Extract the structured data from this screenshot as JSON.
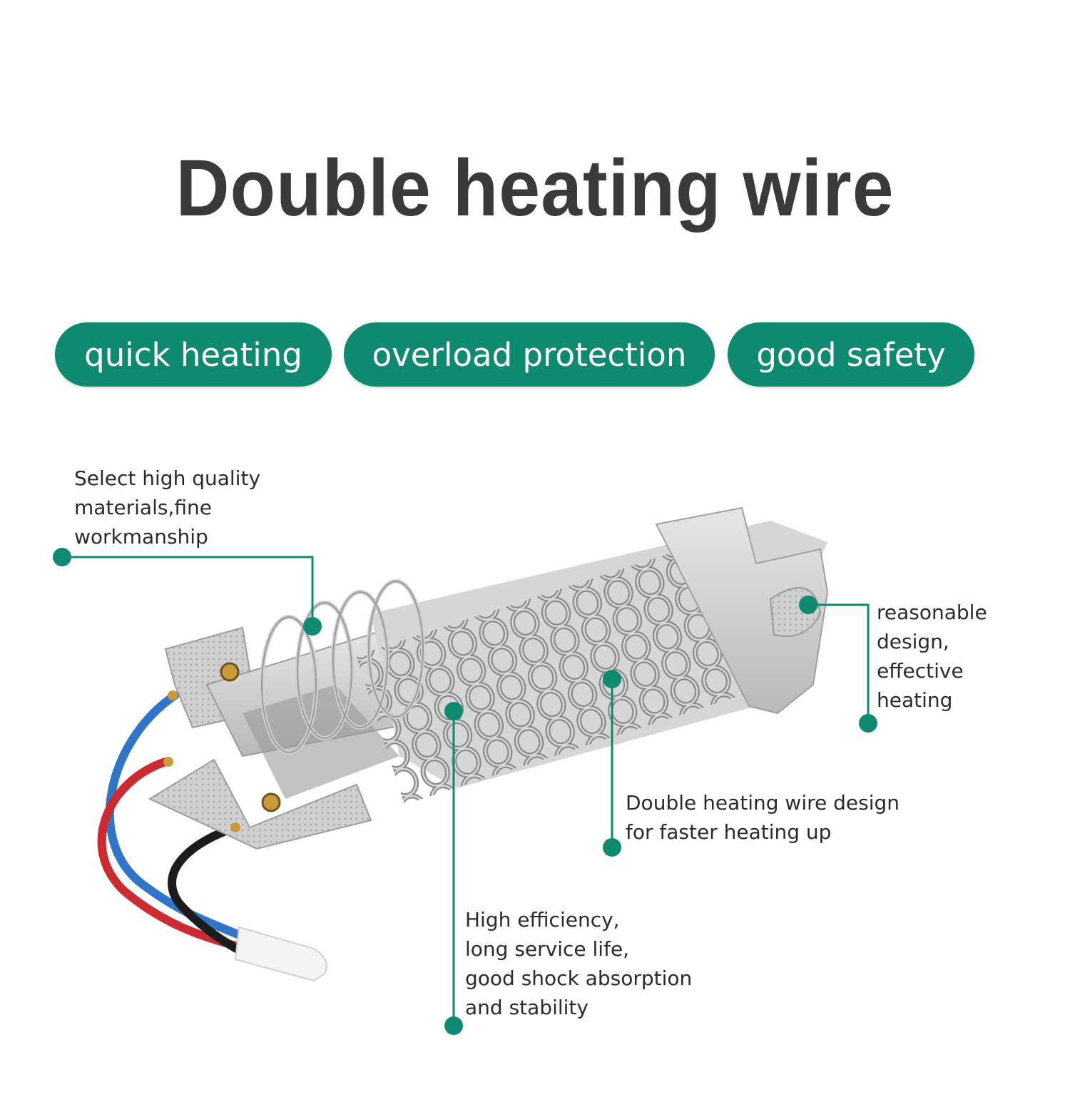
{
  "title": "Double heating wire",
  "features": [
    "quick heating",
    "overload protection",
    "good safety"
  ],
  "callouts": {
    "materials": [
      "Select high quality",
      "materials,fine",
      "workmanship"
    ],
    "design": [
      "reasonable",
      "design,",
      "effective",
      "heating"
    ],
    "double_wire": [
      "Double heating wire design",
      "for faster heating up"
    ],
    "efficiency": [
      "High efficiency,",
      "long service life,",
      "good shock absorption",
      "and stability"
    ]
  },
  "colors": {
    "accent": "#0d8a6f",
    "title": "#3a3a3a",
    "text": "#2b2b2b"
  }
}
